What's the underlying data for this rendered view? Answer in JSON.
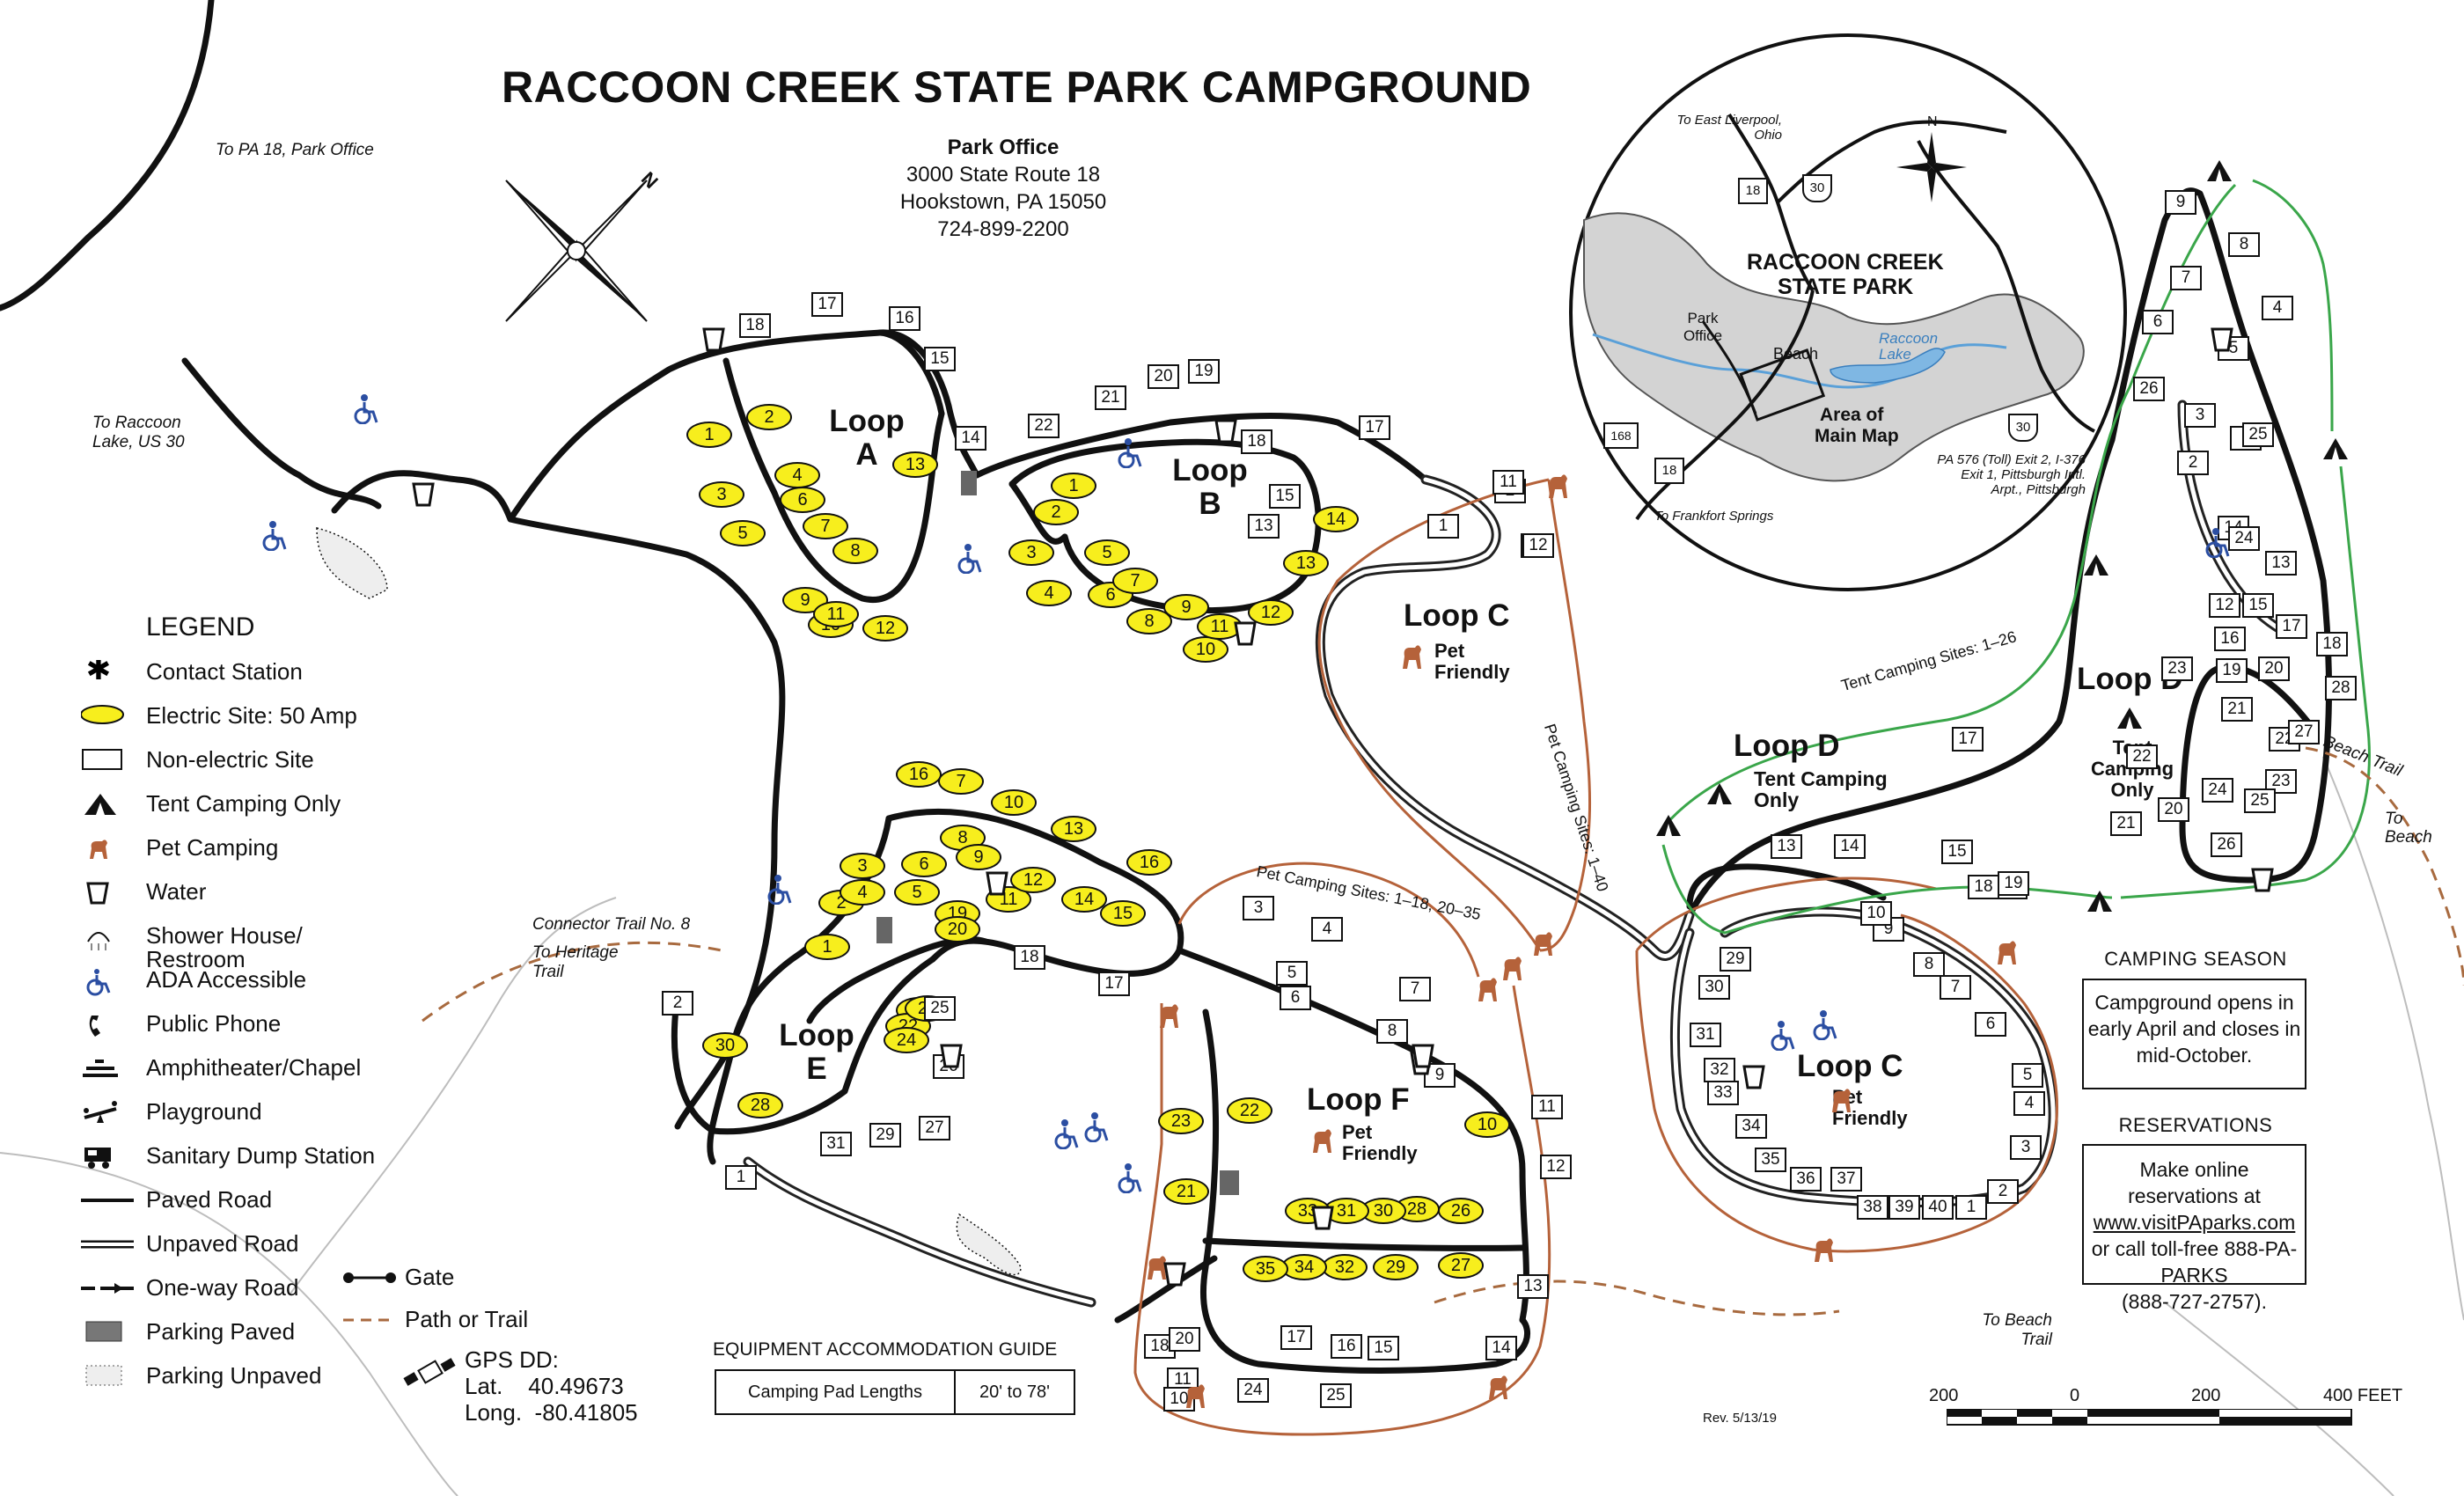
{
  "title": "RACCOON CREEK STATE PARK CAMPGROUND",
  "office": {
    "heading": "Park Office",
    "address1": "3000 State Route 18",
    "address2": "Hookstown, PA 15050",
    "phone": "724-899-2200"
  },
  "inset": {
    "park_name_1": "RACCOON CREEK",
    "park_name_2": "STATE PARK",
    "area_label_1": "Area of",
    "area_label_2": "Main Map",
    "park_office": "Park Office",
    "beach": "Beach",
    "lake": "Raccoon Lake",
    "to_east_liverpool": "To East Liverpool, Ohio",
    "to_frankfort": "To Frankfort Springs",
    "to_pa576": "PA 576 (Toll) Exit 2, I-376 Exit 1, Pittsburgh Intl. Arpt., Pittsburgh",
    "north": "N",
    "routes": [
      "18",
      "30",
      "168",
      "18",
      "30"
    ]
  },
  "compass_n": "N",
  "loops": {
    "a": "Loop A",
    "b": "Loop B",
    "c": "Loop C",
    "c2": "Loop C",
    "d": "Loop D",
    "d2": "Loop D",
    "e": "Loop E",
    "f": "Loop F"
  },
  "notes": {
    "pet_friendly": "Pet Friendly",
    "tent_camping_only": "Tent Camping Only",
    "tent_camping": "Tent Camping",
    "only": "Only",
    "tent_sites": "Tent Camping Sites: 1–26",
    "pet_sites_c": "Pet Camping Sites: 1–40",
    "pet_sites_f": "Pet Camping Sites: 1–18, 20–35",
    "connector_trail": "Connector Trail No. 8",
    "to_heritage": "To Heritage Trail",
    "to_pa18": "To PA 18, Park Office",
    "to_raccoon_lake": "To Raccoon Lake, US 30",
    "beach_trail": "Beach Trail",
    "to_beach": "To Beach",
    "to_beach_trail": "To Beach Trail",
    "rev": "Rev. 5/13/19"
  },
  "legend": {
    "heading": "LEGEND",
    "items": [
      {
        "label": "Contact Station",
        "icon": "asterisk-icon"
      },
      {
        "label": "Electric Site: 50 Amp",
        "icon": "electric-site-icon"
      },
      {
        "label": "Non-electric Site",
        "icon": "non-electric-site-icon"
      },
      {
        "label": "Tent Camping Only",
        "icon": "tent-icon"
      },
      {
        "label": "Pet Camping",
        "icon": "dog-icon"
      },
      {
        "label": "Water",
        "icon": "water-icon"
      },
      {
        "label": "Shower House/",
        "label2": "Restroom",
        "icon": "shower-icon"
      },
      {
        "label": "ADA Accessible",
        "icon": "wheelchair-icon"
      },
      {
        "label": "Public Phone",
        "icon": "phone-icon"
      },
      {
        "label": "Amphitheater/Chapel",
        "icon": "amphitheater-icon"
      },
      {
        "label": "Playground",
        "icon": "playground-icon"
      },
      {
        "label": "Sanitary Dump Station",
        "icon": "dump-station-icon"
      },
      {
        "label": "Paved Road",
        "icon": "paved-road-icon"
      },
      {
        "label": "Unpaved Road",
        "icon": "unpaved-road-icon"
      },
      {
        "label": "One-way Road",
        "icon": "one-way-road-icon"
      },
      {
        "label": "Parking Paved",
        "icon": "parking-paved-icon"
      },
      {
        "label": "Parking Unpaved",
        "icon": "parking-unpaved-icon"
      }
    ],
    "gate": "Gate",
    "path": "Path or Trail",
    "gps_heading": "GPS DD:",
    "lat_label": "Lat.",
    "lat": "40.49673",
    "long_label": "Long.",
    "long": "-80.41805"
  },
  "equipment": {
    "heading": "EQUIPMENT ACCOMMODATION GUIDE",
    "row_label": "Camping Pad Lengths",
    "row_value": "20' to 78'"
  },
  "season": {
    "heading": "CAMPING SEASON",
    "line1": "Campground opens in",
    "line2": "early April and closes in",
    "line3": "mid-October."
  },
  "reservations": {
    "heading": "RESERVATIONS",
    "line1": "Make online reservations at",
    "url": "www.visitPAparks.com",
    "line2": "or call toll-free 888-PA-PARKS",
    "line3": "(888-727-2757)."
  },
  "scale": {
    "labels": [
      "200",
      "0",
      "200",
      "400 FEET"
    ]
  },
  "colors": {
    "electric": "#f7ee1d",
    "pet_route": "#b5623a",
    "tent_route": "#3aa64a",
    "ada_blue": "#2b4ea2",
    "trail": "#a86a3f"
  },
  "sites": {
    "electric": [
      "1",
      "2",
      "3",
      "4",
      "5",
      "6",
      "7",
      "8",
      "9",
      "10",
      "11",
      "12",
      "13",
      "1",
      "2",
      "3",
      "4",
      "5",
      "6",
      "7",
      "8",
      "9",
      "10",
      "11",
      "12",
      "13",
      "14",
      "16",
      "1",
      "2",
      "3",
      "4",
      "5",
      "6",
      "7",
      "8",
      "9",
      "10",
      "11",
      "12",
      "13",
      "14",
      "15",
      "16",
      "19",
      "20",
      "21",
      "22",
      "23",
      "24",
      "28",
      "30",
      "10",
      "21",
      "22",
      "23",
      "26",
      "27",
      "28",
      "29",
      "30",
      "31",
      "32",
      "33",
      "34",
      "35"
    ],
    "nonelectric": [
      "18",
      "17",
      "16",
      "15",
      "14",
      "22",
      "21",
      "20",
      "19",
      "18",
      "15",
      "13",
      "17",
      "1",
      "2",
      "3",
      "18",
      "17",
      "25",
      "26",
      "27",
      "29",
      "31",
      "1",
      "2",
      "3",
      "4",
      "5",
      "6",
      "7",
      "8",
      "9",
      "11",
      "12",
      "13",
      "14",
      "15",
      "16",
      "17",
      "18",
      "20",
      "24",
      "25",
      "11",
      "10",
      "9",
      "8",
      "7",
      "6",
      "5",
      "4",
      "3",
      "2",
      "1",
      "13",
      "14",
      "12",
      "16",
      "15",
      "17",
      "18",
      "19",
      "20",
      "21",
      "22",
      "23",
      "24",
      "25",
      "26",
      "27",
      "28",
      "29",
      "30",
      "31",
      "32",
      "33",
      "34",
      "35",
      "36",
      "37",
      "38",
      "39",
      "40",
      "1",
      "2",
      "3",
      "4",
      "5",
      "6",
      "7",
      "8",
      "9",
      "10",
      "11",
      "12",
      "13",
      "14",
      "15",
      "16",
      "17",
      "18",
      "19",
      "20",
      "21",
      "22",
      "23",
      "24",
      "25",
      "26"
    ]
  }
}
